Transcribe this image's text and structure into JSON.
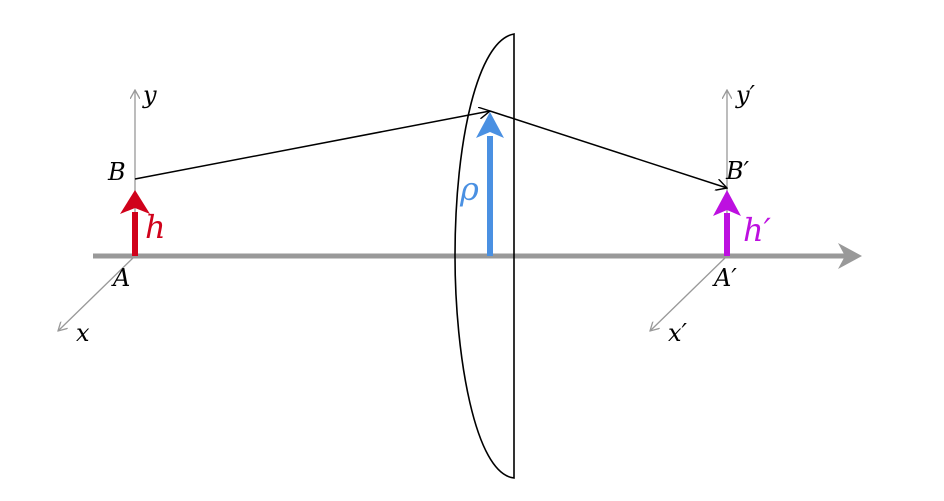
{
  "labels": {
    "object_top": "B",
    "object_base": "A",
    "object_height": "h",
    "object_x_axis": "x",
    "object_y_axis": "y",
    "image_top": "B′",
    "image_base": "A′",
    "image_height": "h′",
    "image_x_axis": "x′",
    "image_y_axis": "y′",
    "lens_ray_height": "ρ"
  },
  "colors": {
    "axis_gray": "#999999",
    "object_arrow": "#d0021b",
    "lens_arrow": "#4a90e2",
    "image_arrow": "#bd10e0",
    "ray": "#000000",
    "lens": "#000000"
  }
}
